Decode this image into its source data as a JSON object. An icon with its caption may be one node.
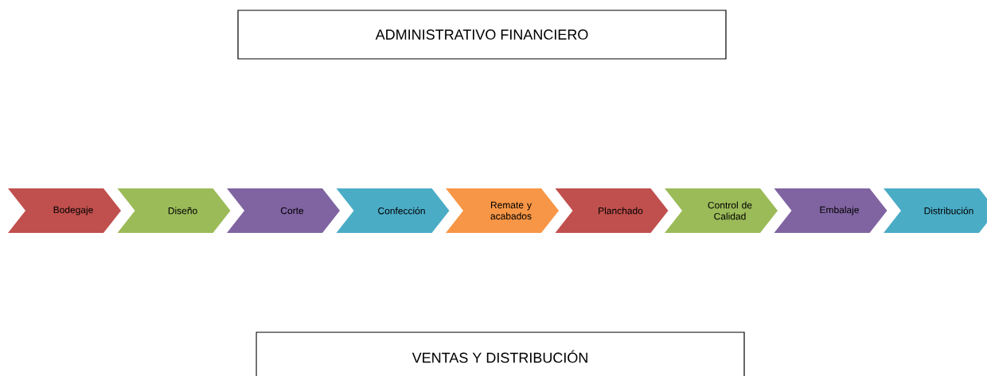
{
  "diagram": {
    "nodes": [
      {
        "text": [
          "ADMINISTRATIVO FINANCIERO"
        ]
      },
      {
        "text": [
          "Bodegaje"
        ]
      },
      {
        "text": [
          "Diseño"
        ]
      },
      {
        "text": [
          "Corte"
        ]
      },
      {
        "text": [
          "Confección"
        ]
      },
      {
        "text": [
          "Remate y acabados"
        ]
      },
      {
        "text": [
          "Planchado"
        ]
      },
      {
        "text": [
          "Control de Calidad"
        ]
      },
      {
        "text": [
          "Embalaje"
        ]
      },
      {
        "text": [
          "Distribución"
        ]
      },
      {
        "text": [
          "VENTAS Y DISTRIBUCIÓN"
        ]
      }
    ]
  }
}
